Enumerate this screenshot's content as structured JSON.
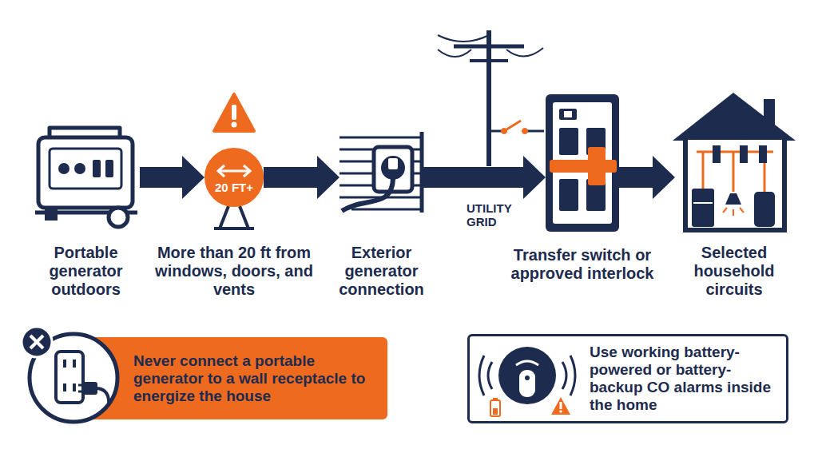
{
  "diagram": {
    "nodes": [
      {
        "text": [
          "Portable generator outdoors"
        ]
      },
      {
        "text": [
          "20 FT+",
          "More than 20 ft from windows, doors, and vents"
        ]
      },
      {
        "text": [
          "Exterior generator connection"
        ]
      },
      {
        "text": [
          "Transfer switch or approved interlock"
        ]
      },
      {
        "text": [
          "Selected household circuits"
        ]
      },
      {
        "text": [
          "Never connect a portable generator to a wall receptacle to energize the house"
        ]
      },
      {
        "text": [
          "Use working battery-powered or battery-backup CO alarms inside the home"
        ]
      }
    ],
    "edges": [
      {
        "from": 0,
        "to": 1,
        "arrow": "to"
      },
      {
        "from": 1,
        "to": 2,
        "arrow": "to"
      },
      {
        "from": 2,
        "to": 3,
        "arrow": "to"
      },
      {
        "from": 3,
        "to": 4,
        "arrow": "to"
      }
    ],
    "labels": [
      "UTILITY GRID"
    ]
  }
}
